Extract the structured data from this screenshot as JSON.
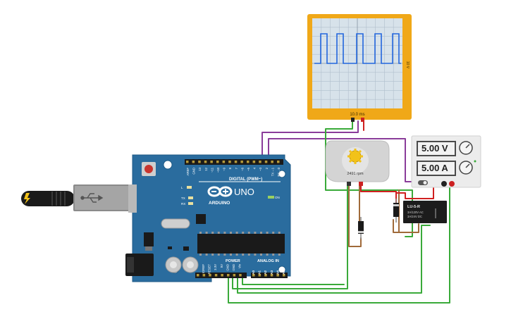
{
  "oscilloscope": {
    "time_per_div": "10.0 ms",
    "volts_per_div": "10 V"
  },
  "motor": {
    "speed": "2491 rpm"
  },
  "power_supply": {
    "voltage": "5.00 V",
    "current": "5.00 A"
  },
  "relay": {
    "model": "LU-5-R",
    "rating_ac": "3A/120V AC",
    "rating_dc": "3A/24V DC"
  },
  "arduino": {
    "brand": "ARDUINO",
    "model": "UNO",
    "digital_label": "DIGITAL (PWM~)",
    "power_label": "POWER",
    "analog_label": "ANALOG IN",
    "on_label": "ON",
    "l_label": "L",
    "tx_label": "TX",
    "rx_label": "RX",
    "digital_pins": [
      "AREF",
      "GND",
      "13",
      "12",
      "~11",
      "~10",
      "~9",
      "8",
      "7",
      "~6",
      "~5",
      "4",
      "~3",
      "2",
      "TX→1",
      "RX←0"
    ],
    "power_pins": [
      "IOREF",
      "RESET",
      "3.3V",
      "5V",
      "GND",
      "GND",
      "Vin"
    ],
    "analog_pins": [
      "A0",
      "A1",
      "A2",
      "A3",
      "A4",
      "A5"
    ]
  },
  "colors": {
    "board": "#2a6c9e",
    "wire_green": "#3aaa3a",
    "wire_purple": "#8a3c9a",
    "wire_brown": "#a06a3a",
    "wire_red": "#d02020",
    "scope_frame": "#f0a818",
    "waveform": "#2266dd"
  }
}
